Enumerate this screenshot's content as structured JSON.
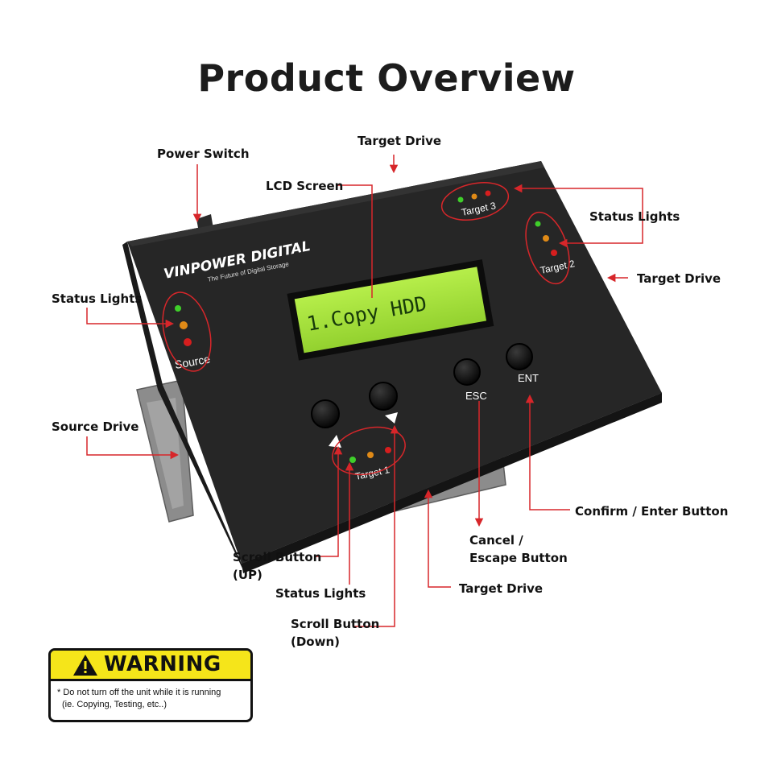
{
  "title": "Product Overview",
  "callouts": {
    "power_switch": "Power Switch",
    "target_drive_top": "Target Drive",
    "lcd_screen": "LCD Screen",
    "status_lights_right": "Status Lights",
    "target_drive_right": "Target Drive",
    "status_lights_left": "Status Lights",
    "source_drive": "Source Drive",
    "confirm_enter": "Confirm / Enter Button",
    "cancel_escape_1": "Cancel /",
    "cancel_escape_2": "Escape Button",
    "scroll_up_1": "Scroll Button",
    "scroll_up_2": "(UP)",
    "status_lights_bottom": "Status Lights",
    "target_drive_bottom": "Target Drive",
    "scroll_down_1": "Scroll Button",
    "scroll_down_2": "(Down)"
  },
  "device": {
    "brand": "VINPOWER DIGITAL",
    "tagline": "The Future of Digital Storage",
    "lcd_text": "1.Copy HDD",
    "labels": {
      "source": "Source",
      "target1": "Target 1",
      "target2": "Target 2",
      "target3": "Target 3",
      "esc": "ESC",
      "ent": "ENT"
    }
  },
  "warning": {
    "title": "WARNING",
    "line1": "* Do not turn off the unit while it is running",
    "line2": "(ie. Copying, Testing, etc..)"
  },
  "colors": {
    "annotation": "#d7262a",
    "warning_yellow": "#f5e51a",
    "lcd_green": "#a5e13c",
    "led_green": "#3fcf2a",
    "led_amber": "#e08a17",
    "led_red": "#d61e1e"
  }
}
